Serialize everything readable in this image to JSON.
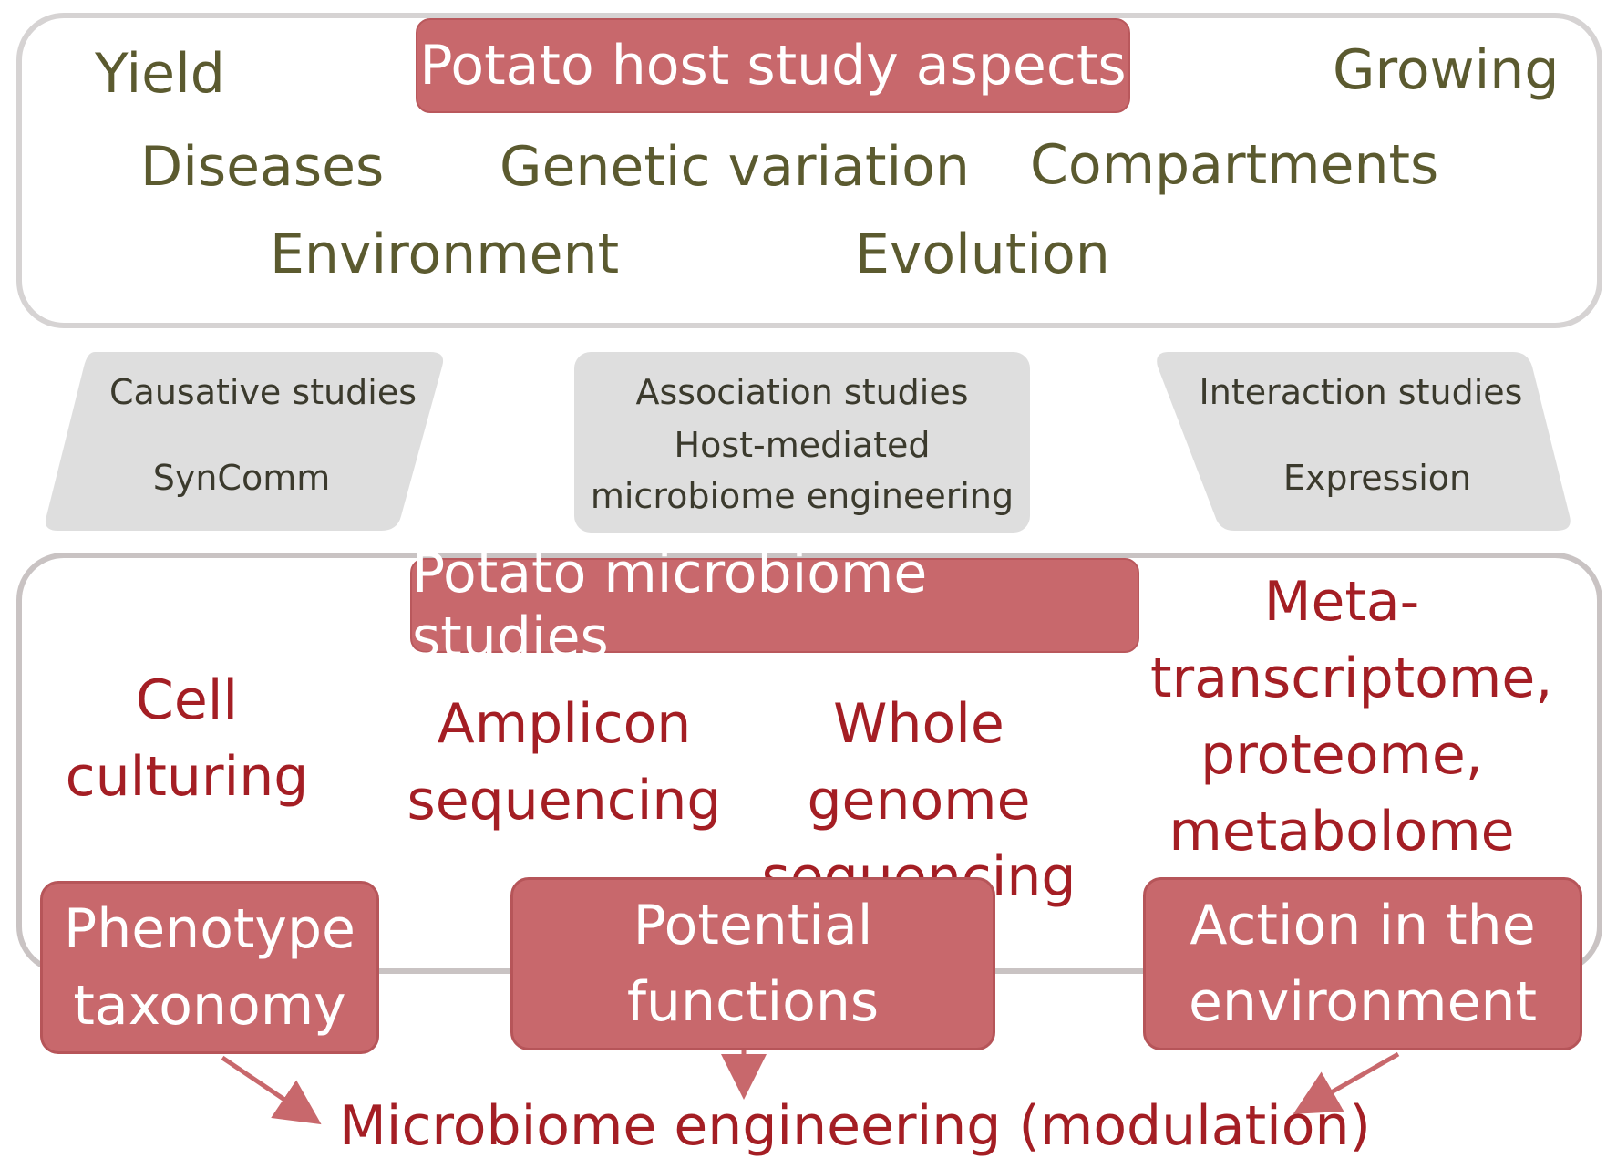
{
  "host": {
    "title": "Potato host study aspects",
    "aspects": {
      "yield": "Yield",
      "growing": "Growing",
      "diseases": "Diseases",
      "genetic_variation": "Genetic variation",
      "compartments": "Compartments",
      "environment": "Environment",
      "evolution": "Evolution"
    }
  },
  "studies": {
    "causative": {
      "title": "Causative studies",
      "sub": "SynComm"
    },
    "association": {
      "title": "Association studies",
      "sub1": "Host-mediated",
      "sub2": "microbiome engineering"
    },
    "interaction": {
      "title": "Interaction studies",
      "sub": "Expression"
    }
  },
  "microbiome": {
    "title": "Potato microbiome studies",
    "methods": {
      "cell": [
        "Cell",
        "culturing"
      ],
      "amplicon": [
        "Amplicon",
        "sequencing"
      ],
      "wgs": [
        "Whole genome",
        "sequencing"
      ],
      "meta": [
        "Meta-",
        "transcriptome,",
        "proteome,",
        "metabolome"
      ]
    }
  },
  "outcomes": {
    "phenotype": [
      "Phenotype",
      "taxonomy"
    ],
    "potential": [
      "Potential",
      "functions"
    ],
    "action": [
      "Action in the",
      "environment"
    ]
  },
  "result": "Microbiome engineering (modulation)",
  "colors": {
    "accent": "#c8686c",
    "olive_text": "#5b5a2f",
    "red_text": "#a41e24",
    "panel_border": "#d6d3d3",
    "study_fill": "#dedede"
  }
}
